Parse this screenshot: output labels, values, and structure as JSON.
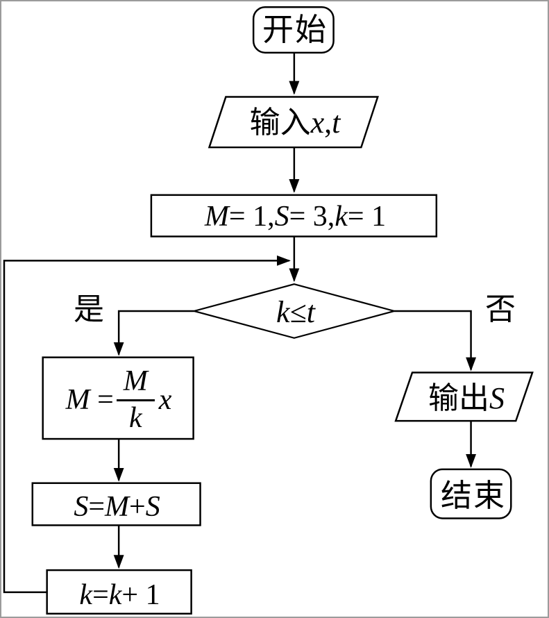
{
  "figure": {
    "kind": "flowchart",
    "language": "zh",
    "colors": {
      "stroke": "#000000",
      "background": "#ffffff",
      "frame": "#9b9b9b"
    }
  },
  "nodes": {
    "start": {
      "shape": "terminator",
      "label": "开始"
    },
    "input": {
      "shape": "parallelogram",
      "segments": [
        {
          "t": "输入 ",
          "i": false
        },
        {
          "t": "x",
          "i": true
        },
        {
          "t": ", ",
          "i": false
        },
        {
          "t": "t",
          "i": true
        }
      ]
    },
    "init": {
      "shape": "process",
      "segments": [
        {
          "t": "M",
          "i": true
        },
        {
          "t": " = 1, ",
          "i": false
        },
        {
          "t": "S",
          "i": true
        },
        {
          "t": " = 3, ",
          "i": false
        },
        {
          "t": "k",
          "i": true
        },
        {
          "t": " = 1",
          "i": false
        }
      ]
    },
    "condition": {
      "shape": "decision",
      "segments": [
        {
          "t": "k",
          "i": true
        },
        {
          "t": " ≤ ",
          "i": false
        },
        {
          "t": "t",
          "i": true
        }
      ]
    },
    "compute": {
      "shape": "process",
      "lhs_segments": [
        {
          "t": "M",
          "i": true
        },
        {
          "t": " = ",
          "i": false
        }
      ],
      "frac": {
        "num": "M",
        "den": "k"
      },
      "rhs_segments": [
        {
          "t": "x",
          "i": true
        }
      ]
    },
    "sum": {
      "shape": "process",
      "segments": [
        {
          "t": "S",
          "i": true
        },
        {
          "t": " = ",
          "i": false
        },
        {
          "t": "M",
          "i": true
        },
        {
          "t": " + ",
          "i": false
        },
        {
          "t": "S",
          "i": true
        }
      ]
    },
    "increment": {
      "shape": "process",
      "segments": [
        {
          "t": "k",
          "i": true
        },
        {
          "t": " = ",
          "i": false
        },
        {
          "t": "k",
          "i": true
        },
        {
          "t": " + 1",
          "i": false
        }
      ]
    },
    "output": {
      "shape": "parallelogram",
      "segments": [
        {
          "t": "输出 ",
          "i": false
        },
        {
          "t": "S",
          "i": true
        }
      ]
    },
    "end": {
      "shape": "terminator",
      "label": "结束"
    }
  },
  "edge_labels": {
    "yes": "是",
    "no": "否"
  }
}
